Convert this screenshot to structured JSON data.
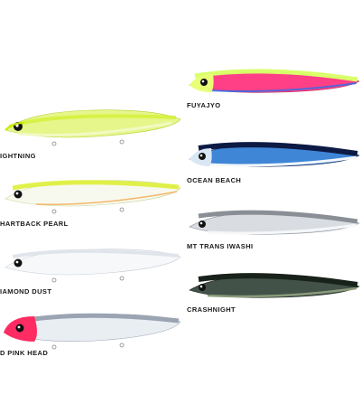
{
  "lures": [
    {
      "id": "lightning",
      "label": "IGHTNING",
      "colors": {
        "head": "#c9e800",
        "body": "#e6f68a",
        "back": "#d2f02a",
        "belly": "#f2fbc8"
      }
    },
    {
      "id": "chartback-pearl",
      "label": "HARTBACK PEARL",
      "colors": {
        "head": "#e9f27a",
        "body": "#f8f9ee",
        "back": "#dcef2b",
        "belly": "#f4a64a"
      }
    },
    {
      "id": "diamond-dust",
      "label": "IAMOND DUST",
      "colors": {
        "head": "#e9eef2",
        "body": "#f6f8fa",
        "back": "#dfe5ea",
        "belly": "#ffffff"
      }
    },
    {
      "id": "pink-head",
      "label": "D PINK HEAD",
      "colors": {
        "head": "#ff2b63",
        "body": "#e9eef3",
        "back": "#9aa4b2",
        "belly": "#ffffff"
      }
    },
    {
      "id": "fuyajyo",
      "label": "FUYAJYO",
      "colors": {
        "head": "#e8ff76",
        "body": "#ff3f86",
        "back": "#d9ff6a",
        "belly": "#2d6ee8"
      }
    },
    {
      "id": "ocean-beach",
      "label": "OCEAN BEACH",
      "colors": {
        "head": "#d9e7f5",
        "body": "#3f86d7",
        "back": "#0c1a44",
        "belly": "#f3f7fb"
      }
    },
    {
      "id": "mt-trans-iwashi",
      "label": "MT TRANS IWASHI",
      "colors": {
        "head": "#c9ccd0",
        "body": "#d9dde2",
        "back": "#8a8f96",
        "belly": "#f5f7f9"
      }
    },
    {
      "id": "crashnight",
      "label": "CRASHNIGHT",
      "colors": {
        "head": "#2d3a2e",
        "body": "#425249",
        "back": "#18211a",
        "belly": "#8a9a7a"
      }
    }
  ]
}
